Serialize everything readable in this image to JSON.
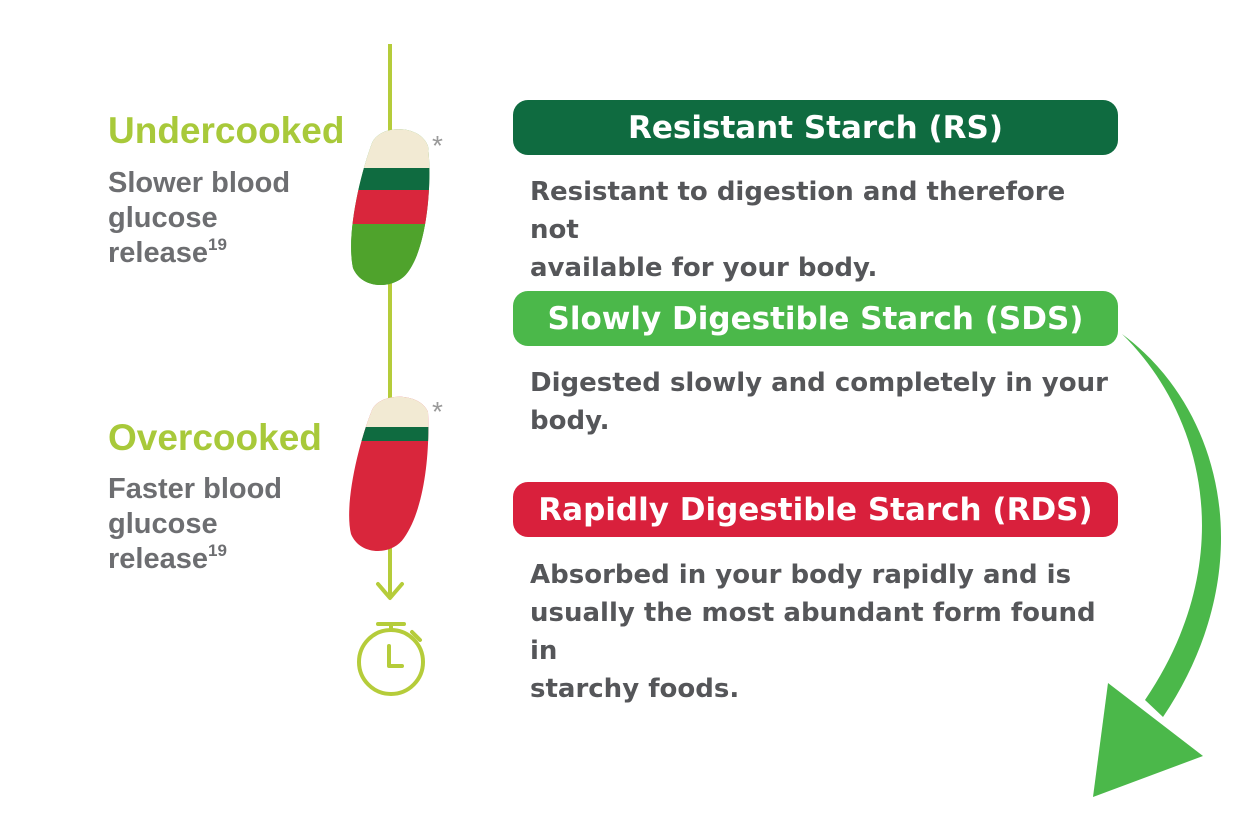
{
  "left": {
    "undercooked": {
      "title": "Undercooked",
      "desc_line1": "Slower blood",
      "desc_line2": "glucose",
      "desc_line3": "release",
      "ref": "19"
    },
    "overcooked": {
      "title": "Overcooked",
      "desc_line1": "Faster blood",
      "desc_line2": "glucose",
      "desc_line3": "release",
      "ref": "19"
    },
    "asterisk": "*"
  },
  "starches": [
    {
      "label": "Resistant Starch (RS)",
      "color": "#0f6b40",
      "desc_line1": "Resistant to digestion and therefore not",
      "desc_line2": "available for your body."
    },
    {
      "label": "Slowly Digestible Starch (SDS)",
      "color": "#4bb84a",
      "desc_line1": "Digested slowly and completely in your",
      "desc_line2": "body."
    },
    {
      "label": "Rapidly Digestible Starch (RDS)",
      "color": "#d9203c",
      "desc_line1": "Absorbed in your body rapidly and is",
      "desc_line2": "usually the most abundant form found in",
      "desc_line3": "starchy foods."
    }
  ],
  "colors": {
    "timeline": "#b5cc3a",
    "pasta_white": "#f2ead3",
    "rs_band": "#0f6b40",
    "sds_band": "#4fa32c",
    "rds_band": "#d9263c",
    "arrow": "#4bb84a"
  },
  "icons": {
    "timer": "stopwatch-icon",
    "arrow": "curved-arrow-down-icon"
  }
}
